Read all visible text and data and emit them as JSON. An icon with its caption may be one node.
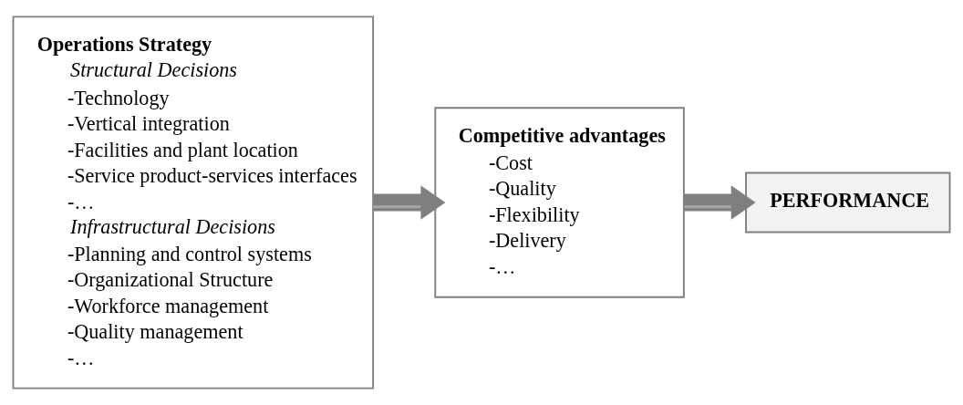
{
  "diagram": {
    "nodes": [
      {
        "text": [
          "Operations Strategy",
          "Structural Decisions",
          "-Technology",
          "-Vertical integration",
          "-Facilities and plant location",
          "-Service product-services interfaces",
          "-…",
          "Infrastructural Decisions",
          "-Planning and control systems",
          "-Organizational Structure",
          "-Workforce management",
          "-Quality management",
          "-…"
        ]
      },
      {
        "text": [
          "Competitive advantages",
          "-Cost",
          "-Quality",
          "-Flexibility",
          "-Delivery",
          "-…"
        ]
      },
      {
        "text": [
          "PERFORMANCE"
        ]
      }
    ],
    "edges": [
      {
        "from": 0,
        "to": 1,
        "arrow": "to"
      },
      {
        "from": 1,
        "to": 2,
        "arrow": "to"
      }
    ]
  }
}
